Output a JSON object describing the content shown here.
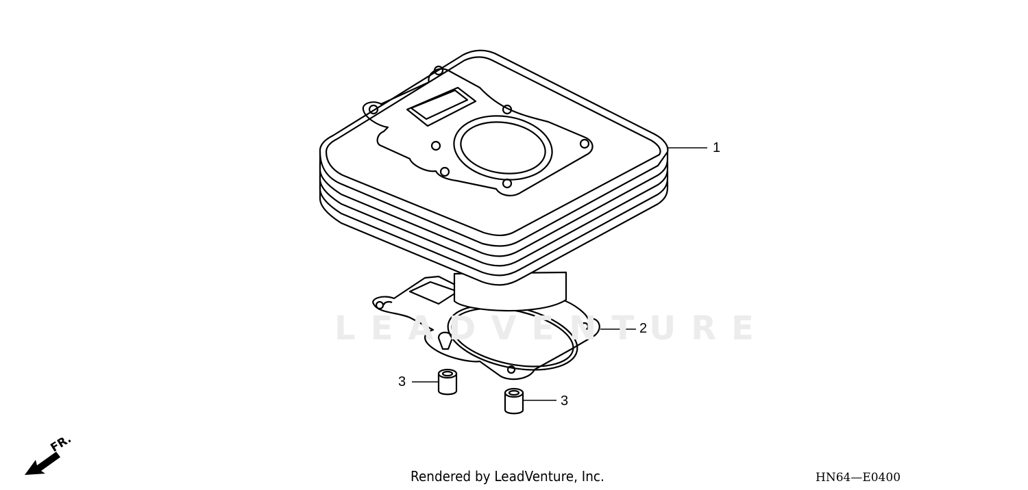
{
  "diagram": {
    "watermark": "LEADVENTURE",
    "callouts": [
      {
        "id": "1",
        "label": "1",
        "part": "cylinder"
      },
      {
        "id": "2",
        "label": "2",
        "part": "cylinder-gasket"
      },
      {
        "id": "3a",
        "label": "3",
        "part": "dowel-pin"
      },
      {
        "id": "3b",
        "label": "3",
        "part": "dowel-pin"
      }
    ],
    "direction_label": "FR.",
    "footer_credit": "Rendered by LeadVenture, Inc.",
    "diagram_code": "HN64—E0400"
  }
}
